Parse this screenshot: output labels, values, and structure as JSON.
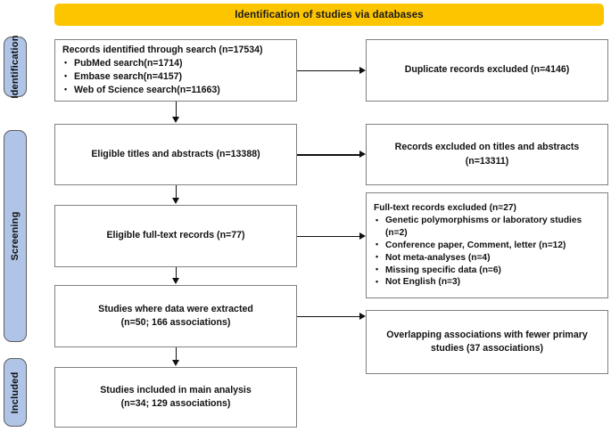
{
  "diagram": {
    "type": "prisma-flow-diagram",
    "banner": {
      "title": "Identification of studies via databases"
    },
    "accent_colors": {
      "banner_fill": "#FDC400",
      "stage_pill_fill": "#AFC4E6",
      "box_border": "#808080",
      "connector": "#111111",
      "text": "#111111"
    },
    "stages": [
      {
        "id": "identification",
        "label": "Identification"
      },
      {
        "id": "screening",
        "label": "Screening"
      },
      {
        "id": "included",
        "label": "Included"
      }
    ],
    "boxes": {
      "identified": {
        "heading": "Records identified through search (n=17534)",
        "bullets": [
          "PubMed search(n=1714)",
          "Embase search(n=4157)",
          "Web of Science search(n=11663)"
        ]
      },
      "duplicates": {
        "lines": [
          "Duplicate records excluded (n=4146)"
        ]
      },
      "eligible_titles": {
        "lines": [
          "Eligible titles and abstracts (n=13388)"
        ]
      },
      "excluded_titles": {
        "lines": [
          "Records excluded on titles and abstracts",
          "(n=13311)"
        ]
      },
      "eligible_fulltext": {
        "lines": [
          "Eligible full-text records (n=77)"
        ]
      },
      "excluded_fulltext": {
        "heading": "Full-text records excluded (n=27)",
        "bullets": [
          "Genetic polymorphisms or laboratory studies (n=2)",
          "Conference paper, Comment, letter (n=12)",
          "Not meta-analyses (n=4)",
          "Missing specific data (n=6)",
          "Not English (n=3)"
        ]
      },
      "data_extracted": {
        "lines": [
          "Studies where data were extracted",
          "(n=50; 166 associations)"
        ]
      },
      "overlapping": {
        "lines": [
          "Overlapping associations with fewer primary",
          "studies (37 associations)"
        ]
      },
      "included_main": {
        "lines": [
          "Studies included in main analysis",
          "(n=34; 129 associations)"
        ]
      }
    },
    "flow_counts": {
      "records_identified": 17534,
      "pubmed": 1714,
      "embase": 4157,
      "web_of_science": 11663,
      "duplicates_excluded": 4146,
      "eligible_titles_abstracts": 13388,
      "excluded_titles_abstracts": 13311,
      "eligible_fulltext": 77,
      "fulltext_excluded_total": 27,
      "excluded_genetic_polymorphisms": 2,
      "excluded_conference_comment_letter": 12,
      "excluded_not_meta_analyses": 4,
      "excluded_missing_data": 6,
      "excluded_not_english": 3,
      "data_extracted_studies": 50,
      "data_extracted_associations": 166,
      "overlapping_associations": 37,
      "included_studies": 34,
      "included_associations": 129
    }
  }
}
